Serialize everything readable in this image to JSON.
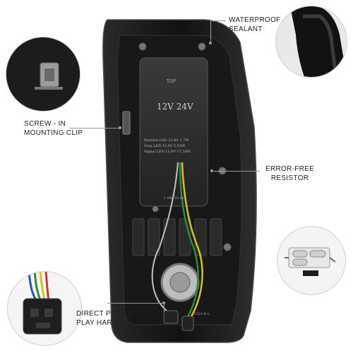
{
  "product_image": {
    "housing_labels": {
      "top": "TOP",
      "voltage": "12V 24V",
      "spec_line_1": "Position LED 12.8V 1.7W",
      "spec_line_2": "Stop LED 12.8V 5.52W",
      "spec_line_3": "Signal LED 12.8V 17.28W",
      "bottom_mark": "1.8W 10.8V",
      "part_code": "5320-B-L"
    },
    "colors": {
      "housing": "#1a1a1a",
      "housing_edge": "#3a3a3a",
      "sticker_panel": "#2b2b2b",
      "wire_yellow": "#d8c21a",
      "wire_green": "#2f8a3a",
      "wire_red": "#c23b2b",
      "wire_blue": "#2a56a8"
    }
  },
  "callouts": {
    "waterproof_sealant": {
      "line1": "WATERPROOF",
      "line2": "SEALANT"
    },
    "screw_in_clip": {
      "line1": "SCREW - IN",
      "line2": "MOUNTING CLIP"
    },
    "error_free_resistor": {
      "line1": "ERROR-FREE",
      "line2": "RESISTOR"
    },
    "plug_play_harness": {
      "line1": "DIRECT PLUG &",
      "line2": "PLAY HARNESS"
    }
  }
}
